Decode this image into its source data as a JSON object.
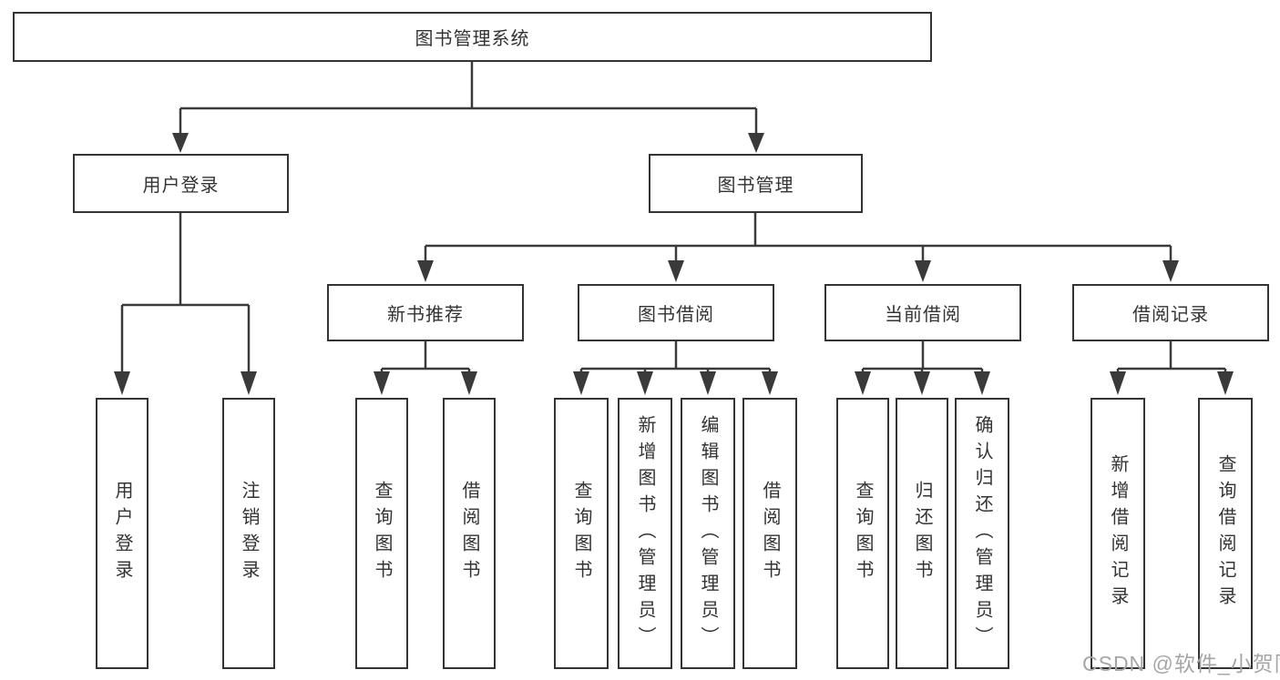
{
  "diagram": {
    "root": {
      "label": "图书管理系统"
    },
    "level1": [
      {
        "label": "用户登录"
      },
      {
        "label": "图书管理"
      }
    ],
    "level2": [
      {
        "label": "新书推荐"
      },
      {
        "label": "图书借阅"
      },
      {
        "label": "当前借阅"
      },
      {
        "label": "借阅记录"
      }
    ],
    "leaves": [
      {
        "label": "用户登录"
      },
      {
        "label": "注销登录"
      },
      {
        "label": "查询图书"
      },
      {
        "label": "借阅图书"
      },
      {
        "label": "查询图书"
      },
      {
        "label": "新增图书（管理员）"
      },
      {
        "label": "编辑图书（管理员）"
      },
      {
        "label": "借阅图书"
      },
      {
        "label": "查询图书"
      },
      {
        "label": "归还图书"
      },
      {
        "label": "确认归还（管理员）"
      },
      {
        "label": "新增借阅记录"
      },
      {
        "label": "查询借阅记录"
      }
    ]
  },
  "watermark": {
    "text": "CSDN @软件_小贺同学"
  },
  "colors": {
    "line": "#3a3a3a",
    "border": "#333333",
    "text": "#333333",
    "watermark": "#a6a6a6",
    "background": "#ffffff"
  }
}
